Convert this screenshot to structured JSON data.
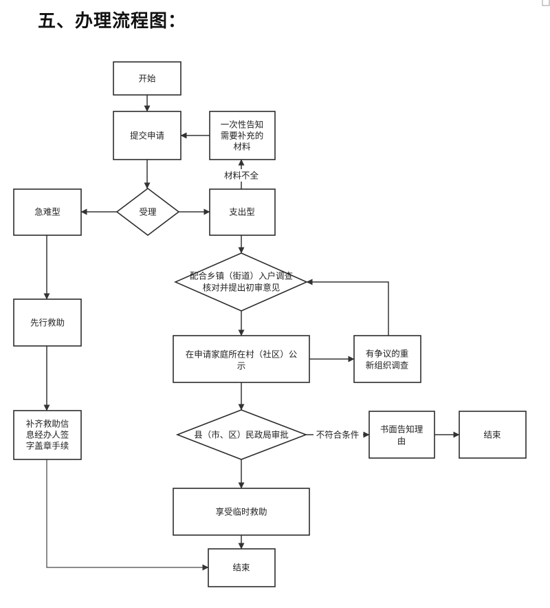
{
  "title": "五、办理流程图：",
  "colors": {
    "line": "#333333",
    "box": "#2b2b2b",
    "text": "#222222",
    "background": "#ffffff"
  },
  "nodes": {
    "start": {
      "lines": [
        "开始"
      ]
    },
    "submit": {
      "lines": [
        "提交申请"
      ]
    },
    "notify": {
      "lines": [
        "一次性告知",
        "需要补充的",
        "材料"
      ]
    },
    "accept": {
      "lines": [
        "受理"
      ]
    },
    "urgent": {
      "lines": [
        "急难型"
      ]
    },
    "expense": {
      "lines": [
        "支出型"
      ]
    },
    "investigate": {
      "lines": [
        "配合乡镇（街道）入户调查",
        "核对并提出初审意见"
      ]
    },
    "first_aid": {
      "lines": [
        "先行救助"
      ]
    },
    "publicize": {
      "lines": [
        "在申请家庭所在村（社区）公",
        "示"
      ]
    },
    "reinvestigate": {
      "lines": [
        "有争议的重",
        "新组织调查"
      ]
    },
    "supplement": {
      "lines": [
        "补齐救助信",
        "息经办人签",
        "字盖章手续"
      ]
    },
    "approve": {
      "lines": [
        "县（市、区）民政局审批"
      ]
    },
    "written_notice": {
      "lines": [
        "书面告知理",
        "由"
      ]
    },
    "end_right": {
      "lines": [
        "结束"
      ]
    },
    "enjoy": {
      "lines": [
        "享受临时救助"
      ]
    },
    "end_bottom": {
      "lines": [
        "结束"
      ]
    }
  },
  "edge_labels": {
    "incomplete": "材料不全",
    "not_qualified": "不符合条件"
  }
}
